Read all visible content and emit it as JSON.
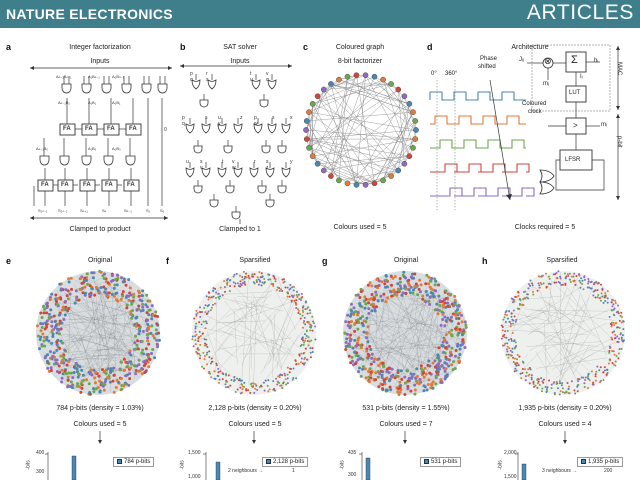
{
  "header": {
    "journal": "NATURE ELECTRONICS",
    "section": "ARTICLES",
    "bg": "#3f7f8c"
  },
  "panels": {
    "a": {
      "label": "a",
      "title": "Integer factorization",
      "inputs": "Inputs",
      "bottom": "Clamped to product",
      "a_labels": [
        "Aₙ₋₁Bₙ₋₁",
        "A₁Bₙ₋₁",
        "A₀Bₙ₋₁",
        "Aₙ₋₁B₁",
        "A₁B₁",
        "A₀B₁",
        "Aₙ₋₁B₀",
        "A₁B₀",
        "A₀B₀"
      ],
      "fa": "FA",
      "zero": "0",
      "s_labels": [
        "S₂ₙ₋₁",
        "S₂ₙ₋₂",
        "Sₙ₊₁",
        "Sₙ",
        "Sₙ₋₁",
        "S₁",
        "S₀"
      ]
    },
    "b": {
      "label": "b",
      "title": "SAT solver",
      "inputs": "Inputs",
      "bottom": "Clamped to 1",
      "top_vars": [
        "p q",
        "r s",
        "t u",
        "v q"
      ],
      "mid_vars": [
        "p q",
        "s",
        "u y",
        "z",
        "p w",
        "s",
        "x"
      ],
      "low_vars": [
        "u",
        "s v",
        "t",
        "v w",
        "r",
        "s z",
        "y"
      ]
    },
    "c": {
      "label": "c",
      "title": "Coloured graph",
      "subtitle": "8-bit factorizer",
      "caption": "Colours used = 5"
    },
    "d": {
      "label": "d",
      "title": "Architecture",
      "deg0": "0°",
      "deg360": "360°",
      "phase": "Phase",
      "shifted": "shifted",
      "caption": "Clocks required = 5",
      "jij": "Jᵢⱼ",
      "hi": "hᵢ",
      "mj": "mⱼ",
      "ii": "Iᵢ",
      "mi": "mᵢ",
      "sigma": "Σ",
      "otimes": "⊗",
      "lut": "LUT",
      "gt": ">",
      "lfsr": "LFSR",
      "colored1": "Coloured",
      "colored2": "clock",
      "mac": "MAC",
      "pbit": "p-bit"
    },
    "row2": {
      "left_title": "32-bit factorizer",
      "right_title": "100-variable 3SAT instance"
    },
    "e": {
      "label": "e",
      "title": "Original",
      "caption": "784 p-bits (density = 1.03%)",
      "colours": "Colours used = 5",
      "legend": "784 p-bits",
      "y_ticks": [
        "400",
        "300"
      ],
      "ylabel": "-bits"
    },
    "f": {
      "label": "f",
      "title": "Sparsified",
      "caption": "2,128 p-bits (density = 0.20%)",
      "colours": "Colours used = 5",
      "legend": "2,128 p-bits",
      "y_ticks": [
        "1,500",
        "1,000"
      ],
      "ylabel": "-bits",
      "note": "2 neighbours →",
      "note_val": "1"
    },
    "g": {
      "label": "g",
      "title": "Original",
      "caption": "531 p-bits (density = 1.55%)",
      "colours": "Colours used = 7",
      "legend": "531 p-bits",
      "y_ticks": [
        "435",
        "300"
      ],
      "ylabel": "-bits"
    },
    "h": {
      "label": "h",
      "title": "Sparsified",
      "caption": "1,935 p-bits (density = 0.20%)",
      "colours": "Colours used = 4",
      "legend": "1,935 p-bits",
      "y_ticks": [
        "2,000",
        "1,500"
      ],
      "ylabel": "-bits",
      "note": "3 neighbours →",
      "note_val": "200"
    }
  },
  "colors": {
    "blue": "#4b87b0",
    "orange": "#e07b3a",
    "green": "#6aa84f",
    "red": "#d0463c",
    "purple": "#8e6bbf",
    "gold": "#e8b84a"
  }
}
